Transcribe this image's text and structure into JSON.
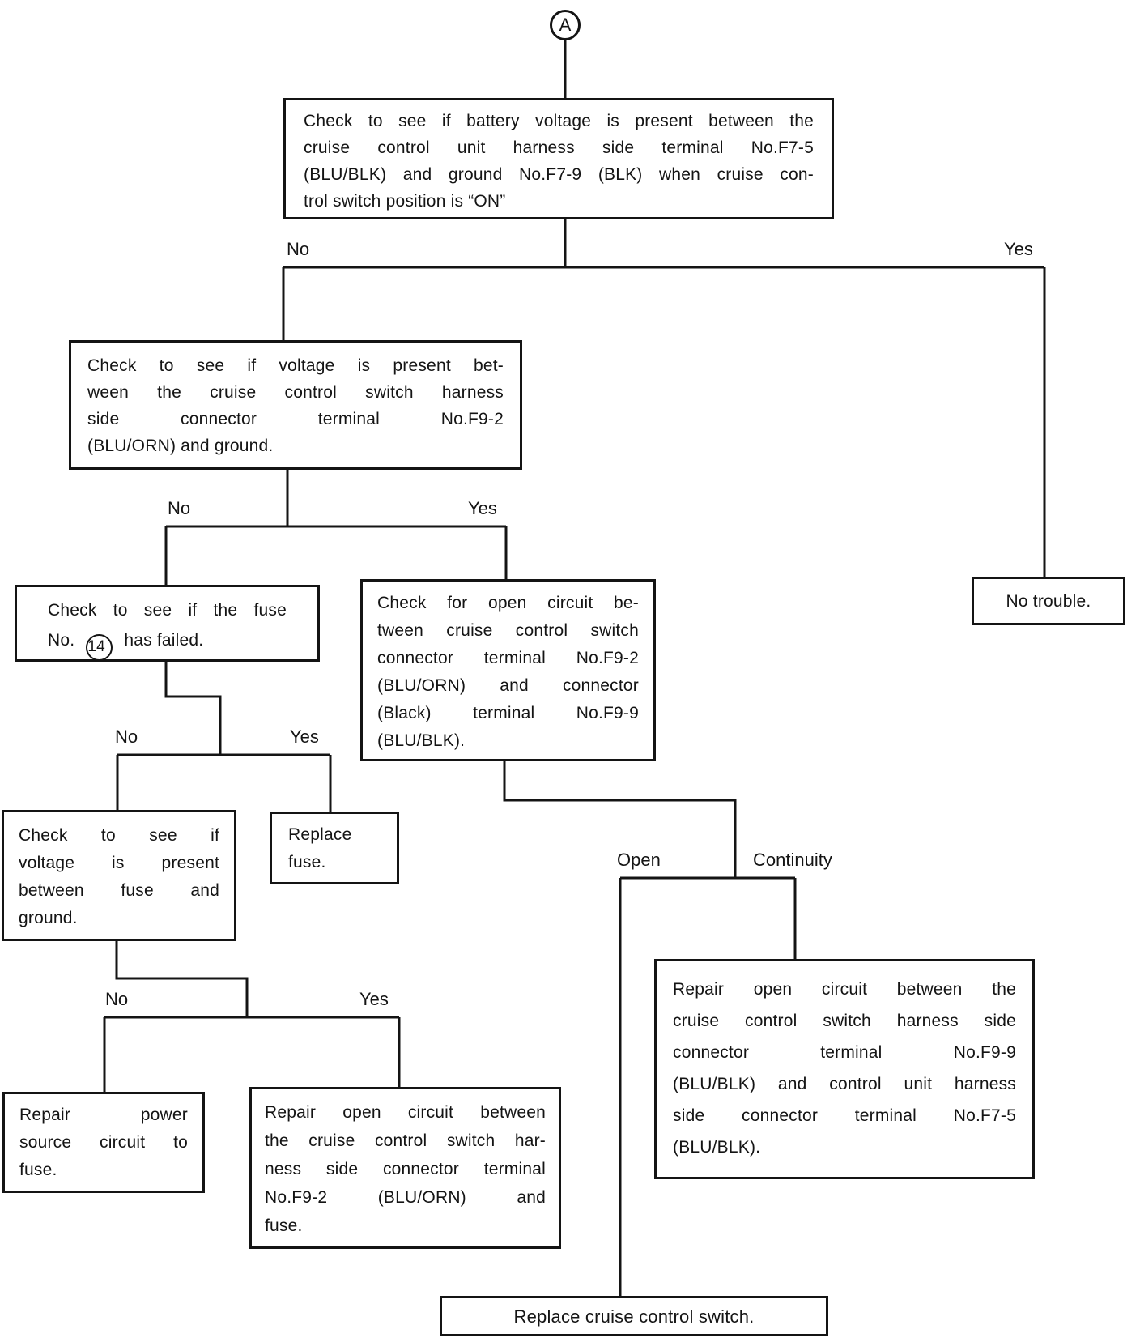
{
  "diagram": {
    "title": "Cruise control troubleshooting flowchart",
    "colors": {
      "line": "#141414",
      "background": "#ffffff",
      "text": "#141414"
    },
    "connector": {
      "label": "A"
    },
    "nodes": {
      "battery_voltage_check": {
        "lines": [
          "Check to see if battery voltage is present between the",
          "cruise control unit harness side terminal No.F7-5",
          "(BLU/BLK) and ground No.F7-9 (BLK) when cruise con-",
          "trol switch position is “ON”"
        ]
      },
      "switch_voltage_check": {
        "lines": [
          "Check to see if voltage is present bet-",
          "ween the cruise control switch harness",
          "side connector terminal No.F9-2",
          "(BLU/ORN) and ground."
        ]
      },
      "fuse_check": {
        "line1": "Check to see if the fuse",
        "line2_prefix": "No.",
        "fuse_number": "14",
        "line2_suffix": "has failed."
      },
      "open_circuit_check": {
        "lines": [
          "Check for open circuit be-",
          "tween cruise control switch",
          "connector terminal No.F9-2",
          "(BLU/ORN) and connector",
          "(Black) terminal No.F9-9",
          "(BLU/BLK)."
        ]
      },
      "no_trouble": {
        "text": "No trouble."
      },
      "fuse_ground_voltage_check": {
        "lines": [
          "Check to see if",
          "voltage is present",
          "between fuse and",
          "ground."
        ]
      },
      "replace_fuse": {
        "lines": [
          "Replace",
          "fuse."
        ]
      },
      "repair_power_source": {
        "lines": [
          "Repair power",
          "source circuit to",
          "fuse."
        ]
      },
      "repair_open_circuit_fuse": {
        "lines": [
          "Repair open circuit between",
          "the cruise control switch har-",
          "ness side connector terminal",
          "No.F9-2 (BLU/ORN) and",
          "fuse."
        ]
      },
      "repair_open_circuit_harness": {
        "lines": [
          "Repair open circuit between the",
          "cruise control switch harness side",
          "connector terminal No.F9-9",
          "(BLU/BLK) and control unit harness",
          "side connector terminal No.F7-5",
          "(BLU/BLK)."
        ]
      },
      "replace_switch": {
        "text": "Replace cruise control switch."
      }
    },
    "branch_labels": {
      "b1_no": "No",
      "b1_yes": "Yes",
      "b2_no": "No",
      "b2_yes": "Yes",
      "b3_no": "No",
      "b3_yes": "Yes",
      "b4_no": "No",
      "b4_yes": "Yes",
      "b5_open": "Open",
      "b5_continuity": "Continuity"
    }
  }
}
